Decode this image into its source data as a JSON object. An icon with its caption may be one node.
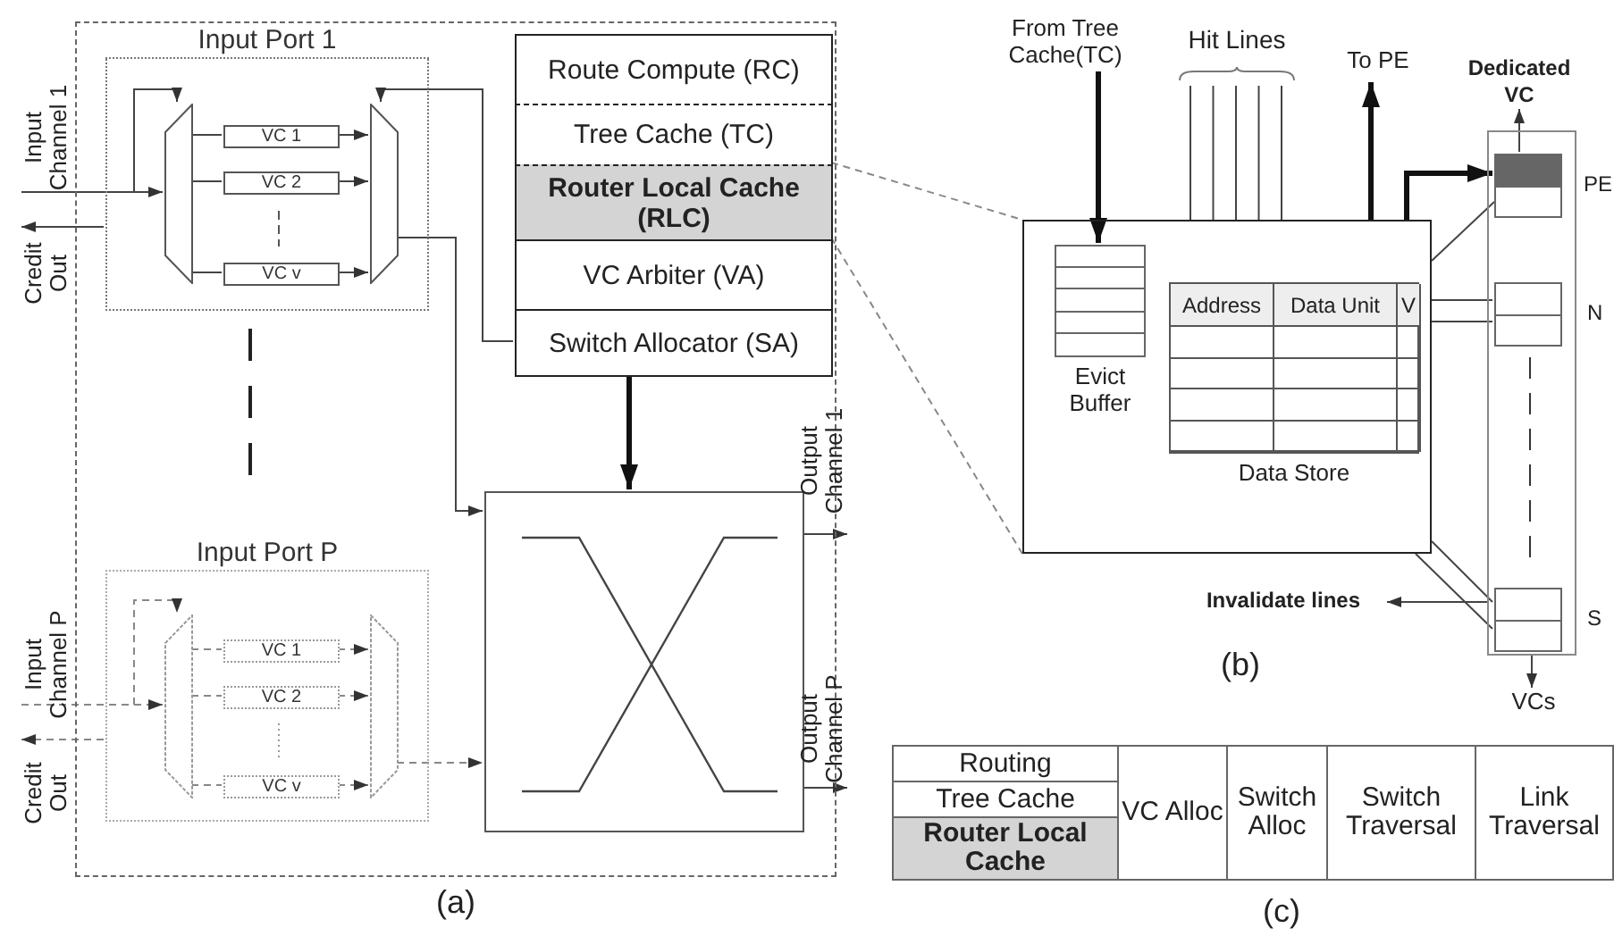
{
  "diagram": {
    "nodes": [
      {
        "text": [],
        "shape": "box"
      },
      {
        "text": [
          "Input Port 1"
        ],
        "in": 0
      },
      {
        "text": [],
        "shape": "trapezoid",
        "in": 1
      },
      {
        "text": [
          "VC 1"
        ],
        "in": 1
      },
      {
        "text": [
          "VC 2"
        ],
        "in": 1
      },
      {
        "text": [
          "VC v"
        ],
        "in": 1
      },
      {
        "text": [],
        "shape": "trapezoid",
        "in": 1
      },
      {
        "text": [
          "Input Port P"
        ],
        "in": 0
      },
      {
        "text": [],
        "shape": "trapezoid",
        "in": 7
      },
      {
        "text": [
          "VC 1"
        ],
        "in": 7
      },
      {
        "text": [
          "VC 2"
        ],
        "in": 7
      },
      {
        "text": [
          "VC v"
        ],
        "in": 7
      },
      {
        "text": [],
        "shape": "trapezoid",
        "in": 7
      },
      {
        "text": [
          "Route Compute (RC)"
        ],
        "in": 0
      },
      {
        "text": [
          "Tree Cache (TC)"
        ],
        "in": 0
      },
      {
        "text": [
          "Router Local Cache (RLC)"
        ],
        "in": 0
      },
      {
        "text": [
          "VC Arbiter (VA)"
        ],
        "in": 0
      },
      {
        "text": [
          "Switch Allocator (SA)"
        ],
        "in": 0
      },
      {
        "text": [],
        "shape": "box",
        "in": 0
      },
      {
        "text": [],
        "shape": "box"
      },
      {
        "text": [
          "Evict Buffer"
        ],
        "in": 19
      },
      {
        "text": [
          "Address",
          "Data Unit",
          "V",
          "Data Store"
        ],
        "in": 19
      },
      {
        "text": [
          "From Tree Cache(TC)"
        ]
      },
      {
        "text": [
          "To PE"
        ]
      },
      {
        "text": [],
        "shape": "box"
      },
      {
        "text": [],
        "shape": "box",
        "in": 24,
        "beside": [
          "PE"
        ]
      },
      {
        "text": [],
        "shape": "box",
        "in": 24,
        "beside": [
          "N"
        ]
      },
      {
        "text": [],
        "shape": "box",
        "in": 24,
        "beside": [
          "S"
        ]
      },
      {
        "text": [
          "Dedicated VC"
        ]
      },
      {
        "text": [
          "Invalidate lines"
        ]
      },
      {
        "text": [
          "VCs"
        ]
      },
      {
        "text": [
          "Input Channel 1"
        ]
      },
      {
        "text": [
          "Credit Out"
        ]
      },
      {
        "text": [
          "Input Channel P"
        ]
      },
      {
        "text": [
          "Credit Out"
        ]
      },
      {
        "text": [
          "Output Channel 1"
        ]
      },
      {
        "text": [
          "Output Channel P"
        ]
      },
      {
        "text": [
          "Hit Lines"
        ]
      }
    ],
    "edges": [
      {
        "from": 31,
        "to": 2,
        "arrow": "to"
      },
      {
        "from": null,
        "to": 2,
        "arrow": "to"
      },
      {
        "from": 1,
        "to": 32,
        "arrow": "to"
      },
      {
        "from": 2,
        "to": 3,
        "arrow": "none"
      },
      {
        "from": 2,
        "to": 4,
        "arrow": "none"
      },
      {
        "from": 2,
        "to": 5,
        "arrow": "none"
      },
      {
        "from": 3,
        "to": 6,
        "arrow": "to"
      },
      {
        "from": 4,
        "to": 6,
        "arrow": "to"
      },
      {
        "from": 5,
        "to": 6,
        "arrow": "to"
      },
      {
        "from": 6,
        "to": 18,
        "arrow": "to"
      },
      {
        "from": 17,
        "to": 6,
        "arrow": "to"
      },
      {
        "from": 33,
        "to": 8,
        "arrow": "to",
        "style": "dashed"
      },
      {
        "from": null,
        "to": 8,
        "arrow": "to",
        "style": "dashed"
      },
      {
        "from": 7,
        "to": 34,
        "arrow": "to",
        "style": "dashed"
      },
      {
        "from": 8,
        "to": 9,
        "arrow": "none",
        "style": "dashed"
      },
      {
        "from": 8,
        "to": 10,
        "arrow": "none",
        "style": "dashed"
      },
      {
        "from": 8,
        "to": 11,
        "arrow": "none",
        "style": "dashed"
      },
      {
        "from": 9,
        "to": 12,
        "arrow": "to",
        "style": "dashed"
      },
      {
        "from": 10,
        "to": 12,
        "arrow": "to",
        "style": "dashed"
      },
      {
        "from": 11,
        "to": 12,
        "arrow": "to",
        "style": "dashed"
      },
      {
        "from": 12,
        "to": 18,
        "arrow": "to",
        "style": "dashed"
      },
      {
        "from": 17,
        "to": 18,
        "arrow": "to",
        "style": "thick"
      },
      {
        "from": 18,
        "to": 35,
        "arrow": "to"
      },
      {
        "from": 18,
        "to": 36,
        "arrow": "to"
      },
      {
        "from": 15,
        "to": 19,
        "arrow": "none",
        "style": "dashed"
      },
      {
        "from": 15,
        "to": 19,
        "arrow": "none",
        "style": "dashed"
      },
      {
        "from": 22,
        "to": 20,
        "arrow": "to",
        "style": "thick"
      },
      {
        "from": 19,
        "to": 37,
        "arrow": "none"
      },
      {
        "from": 19,
        "to": 37,
        "arrow": "none"
      },
      {
        "from": 19,
        "to": 37,
        "arrow": "none"
      },
      {
        "from": 19,
        "to": 37,
        "arrow": "none"
      },
      {
        "from": 19,
        "to": 37,
        "arrow": "none"
      },
      {
        "from": 19,
        "to": 23,
        "arrow": "to",
        "style": "thick"
      },
      {
        "from": 19,
        "to": 25,
        "arrow": "to",
        "style": "thick"
      },
      {
        "from": 19,
        "to": 25,
        "arrow": "none"
      },
      {
        "from": 19,
        "to": 26,
        "arrow": "none"
      },
      {
        "from": 19,
        "to": 26,
        "arrow": "none"
      },
      {
        "from": 19,
        "to": 27,
        "arrow": "none"
      },
      {
        "from": 19,
        "to": 27,
        "arrow": "none"
      },
      {
        "from": 25,
        "to": 28,
        "arrow": "to"
      },
      {
        "from": 24,
        "to": 29,
        "arrow": "to"
      },
      {
        "from": 24,
        "to": 30,
        "arrow": "to"
      }
    ],
    "labels": [
      "(a)",
      "(b)",
      "Routing",
      "Tree Cache",
      "Router Local Cache",
      "VC Alloc",
      "Switch Alloc",
      "Switch Traversal",
      "Link Traversal",
      "(c)"
    ]
  }
}
